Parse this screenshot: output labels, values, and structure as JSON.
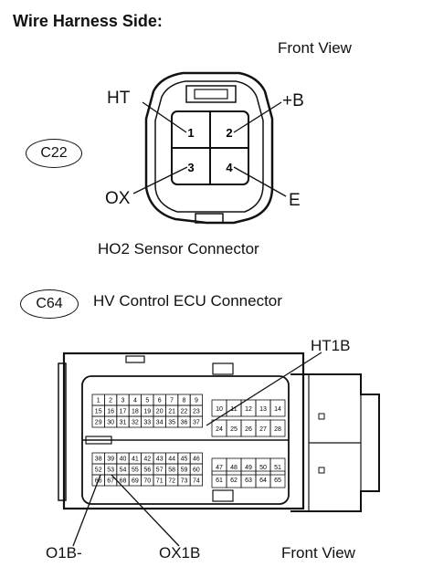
{
  "title": "Wire Harness Side:",
  "sensor_connector": {
    "code": "C22",
    "caption": "HO2 Sensor Connector",
    "view": "Front View",
    "pins": [
      {
        "num": "1",
        "label": "HT"
      },
      {
        "num": "2",
        "label": "+B"
      },
      {
        "num": "3",
        "label": "OX"
      },
      {
        "num": "4",
        "label": "E"
      }
    ]
  },
  "ecu_connector": {
    "code": "C64",
    "caption": "HV Control ECU Connector",
    "view": "Front View",
    "callouts": [
      "HT1B",
      "O1B-",
      "OX1B"
    ],
    "rows": [
      {
        "left": [
          "1",
          "2",
          "3",
          "4",
          "5",
          "6",
          "7",
          "8",
          "9"
        ],
        "right": [
          "10",
          "11",
          "12",
          "13",
          "14"
        ]
      },
      {
        "left": [
          "15",
          "16",
          "17",
          "18",
          "19",
          "20",
          "21",
          "22",
          "23"
        ],
        "right": []
      },
      {
        "left": [
          "29",
          "30",
          "31",
          "32",
          "33",
          "34",
          "35",
          "36",
          "37"
        ],
        "right": [
          "24",
          "25",
          "26",
          "27",
          "28"
        ]
      },
      {
        "left": [
          "38",
          "39",
          "40",
          "41",
          "42",
          "43",
          "44",
          "45",
          "46"
        ],
        "right": [
          "47",
          "48",
          "49",
          "50",
          "51"
        ]
      },
      {
        "left": [
          "52",
          "53",
          "54",
          "55",
          "56",
          "57",
          "58",
          "59",
          "60"
        ],
        "right": []
      },
      {
        "left": [
          "66",
          "67",
          "68",
          "69",
          "70",
          "71",
          "72",
          "73",
          "74"
        ],
        "right": [
          "61",
          "62",
          "63",
          "64",
          "65"
        ]
      }
    ]
  }
}
